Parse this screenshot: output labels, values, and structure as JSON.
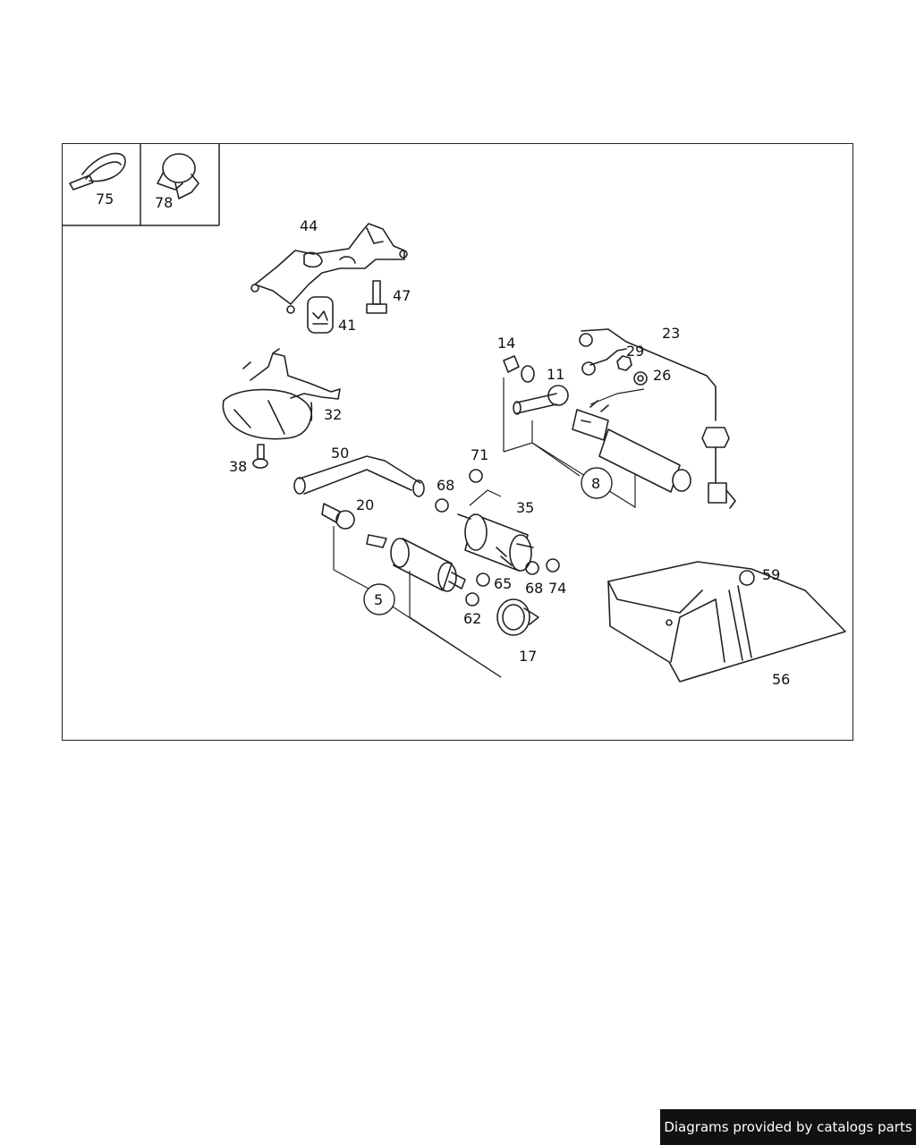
{
  "diagram": {
    "callouts": {
      "p75": "75",
      "p78": "78",
      "p44": "44",
      "p47": "47",
      "p41": "41",
      "p14": "14",
      "p11": "11",
      "p23": "23",
      "p29": "29",
      "p26": "26",
      "p32": "32",
      "p38": "38",
      "p50": "50",
      "p71": "71",
      "p68a": "68",
      "p35": "35",
      "p20": "20",
      "p8": "8",
      "p5": "5",
      "p65": "65",
      "p68b": "68",
      "p74": "74",
      "p62": "62",
      "p17": "17",
      "p59": "59",
      "p56": "56"
    }
  },
  "footer": {
    "text": "Diagrams provided by catalogs parts"
  }
}
